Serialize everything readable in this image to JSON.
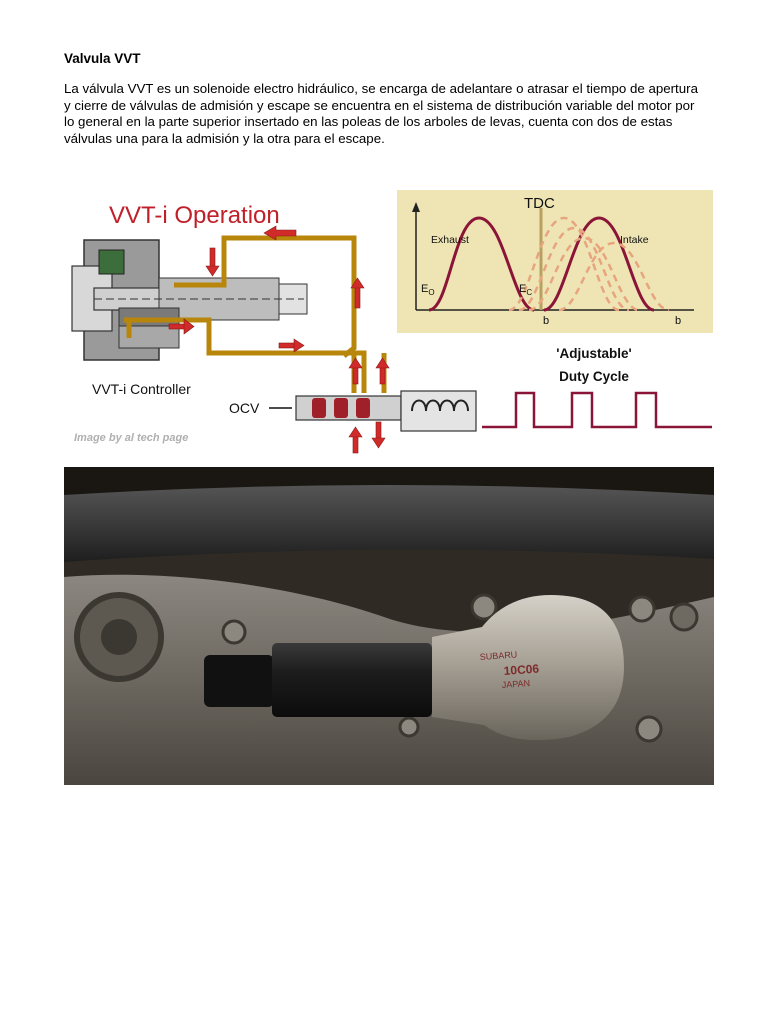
{
  "document": {
    "title": "Valvula VVT",
    "paragraph_lines": [
      "La válvula VVT es un solenoide electro hidráulico, se encarga de adelantare o atrasar el tiempo de apertura",
      "y cierre de válvulas de admisión y escape se encuentra en el sistema de distribución variable del motor por",
      "lo general en la parte superior insertado en las poleas de los arboles de levas, cuenta con dos de estas",
      "válvulas una para la admisión y la otra para el escape."
    ]
  },
  "diagram": {
    "heading": "VVT-i Operation",
    "controller_label": "VVT-i Controller",
    "ocv_label": "OCV",
    "credit": "Image by al tech page",
    "timing": {
      "tdc_label": "TDC",
      "exhaust_label": "Exhaust",
      "intake_label": "Intake",
      "eo_label": "E",
      "eo_sub": "O",
      "ec_label": "E",
      "ec_sub": "C",
      "axis_tick_1": "b",
      "axis_tick_2": "b"
    },
    "duty": {
      "line1": "'Adjustable'",
      "line2": "Duty Cycle"
    }
  },
  "photo": {
    "part_marking_1": "SUBARU",
    "part_marking_2": "10C06",
    "part_marking_3": "JAPAN"
  },
  "colors": {
    "diagram_red": "#c0202a",
    "oil_line": "#b8860b",
    "timing_bg": "#efe5b4",
    "curve": "#8b1538",
    "dashed": "#e7a57f"
  }
}
